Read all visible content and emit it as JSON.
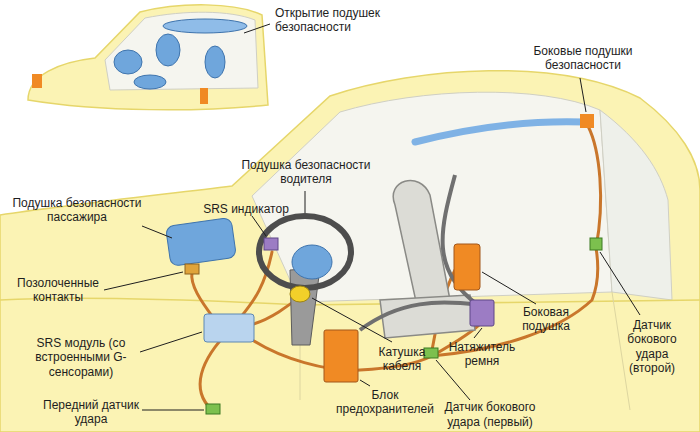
{
  "diagram": {
    "labels": [
      "Открытие подушек безопасности",
      "Боковые подушки безопасности",
      "Подушка безопасности водителя",
      "Подушка безопасности пассажира",
      "SRS индикатор",
      "Позолоченные контакты",
      "SRS модуль (со встроенными G-сенсорами)",
      "Боковая подушка",
      "Датчик бокового удара (второй)",
      "Натяжитель ремня",
      "Катушка кабеля",
      "Передний датчик удара",
      "Блок предохранителей",
      "Датчик бокового удара (первый)"
    ]
  }
}
